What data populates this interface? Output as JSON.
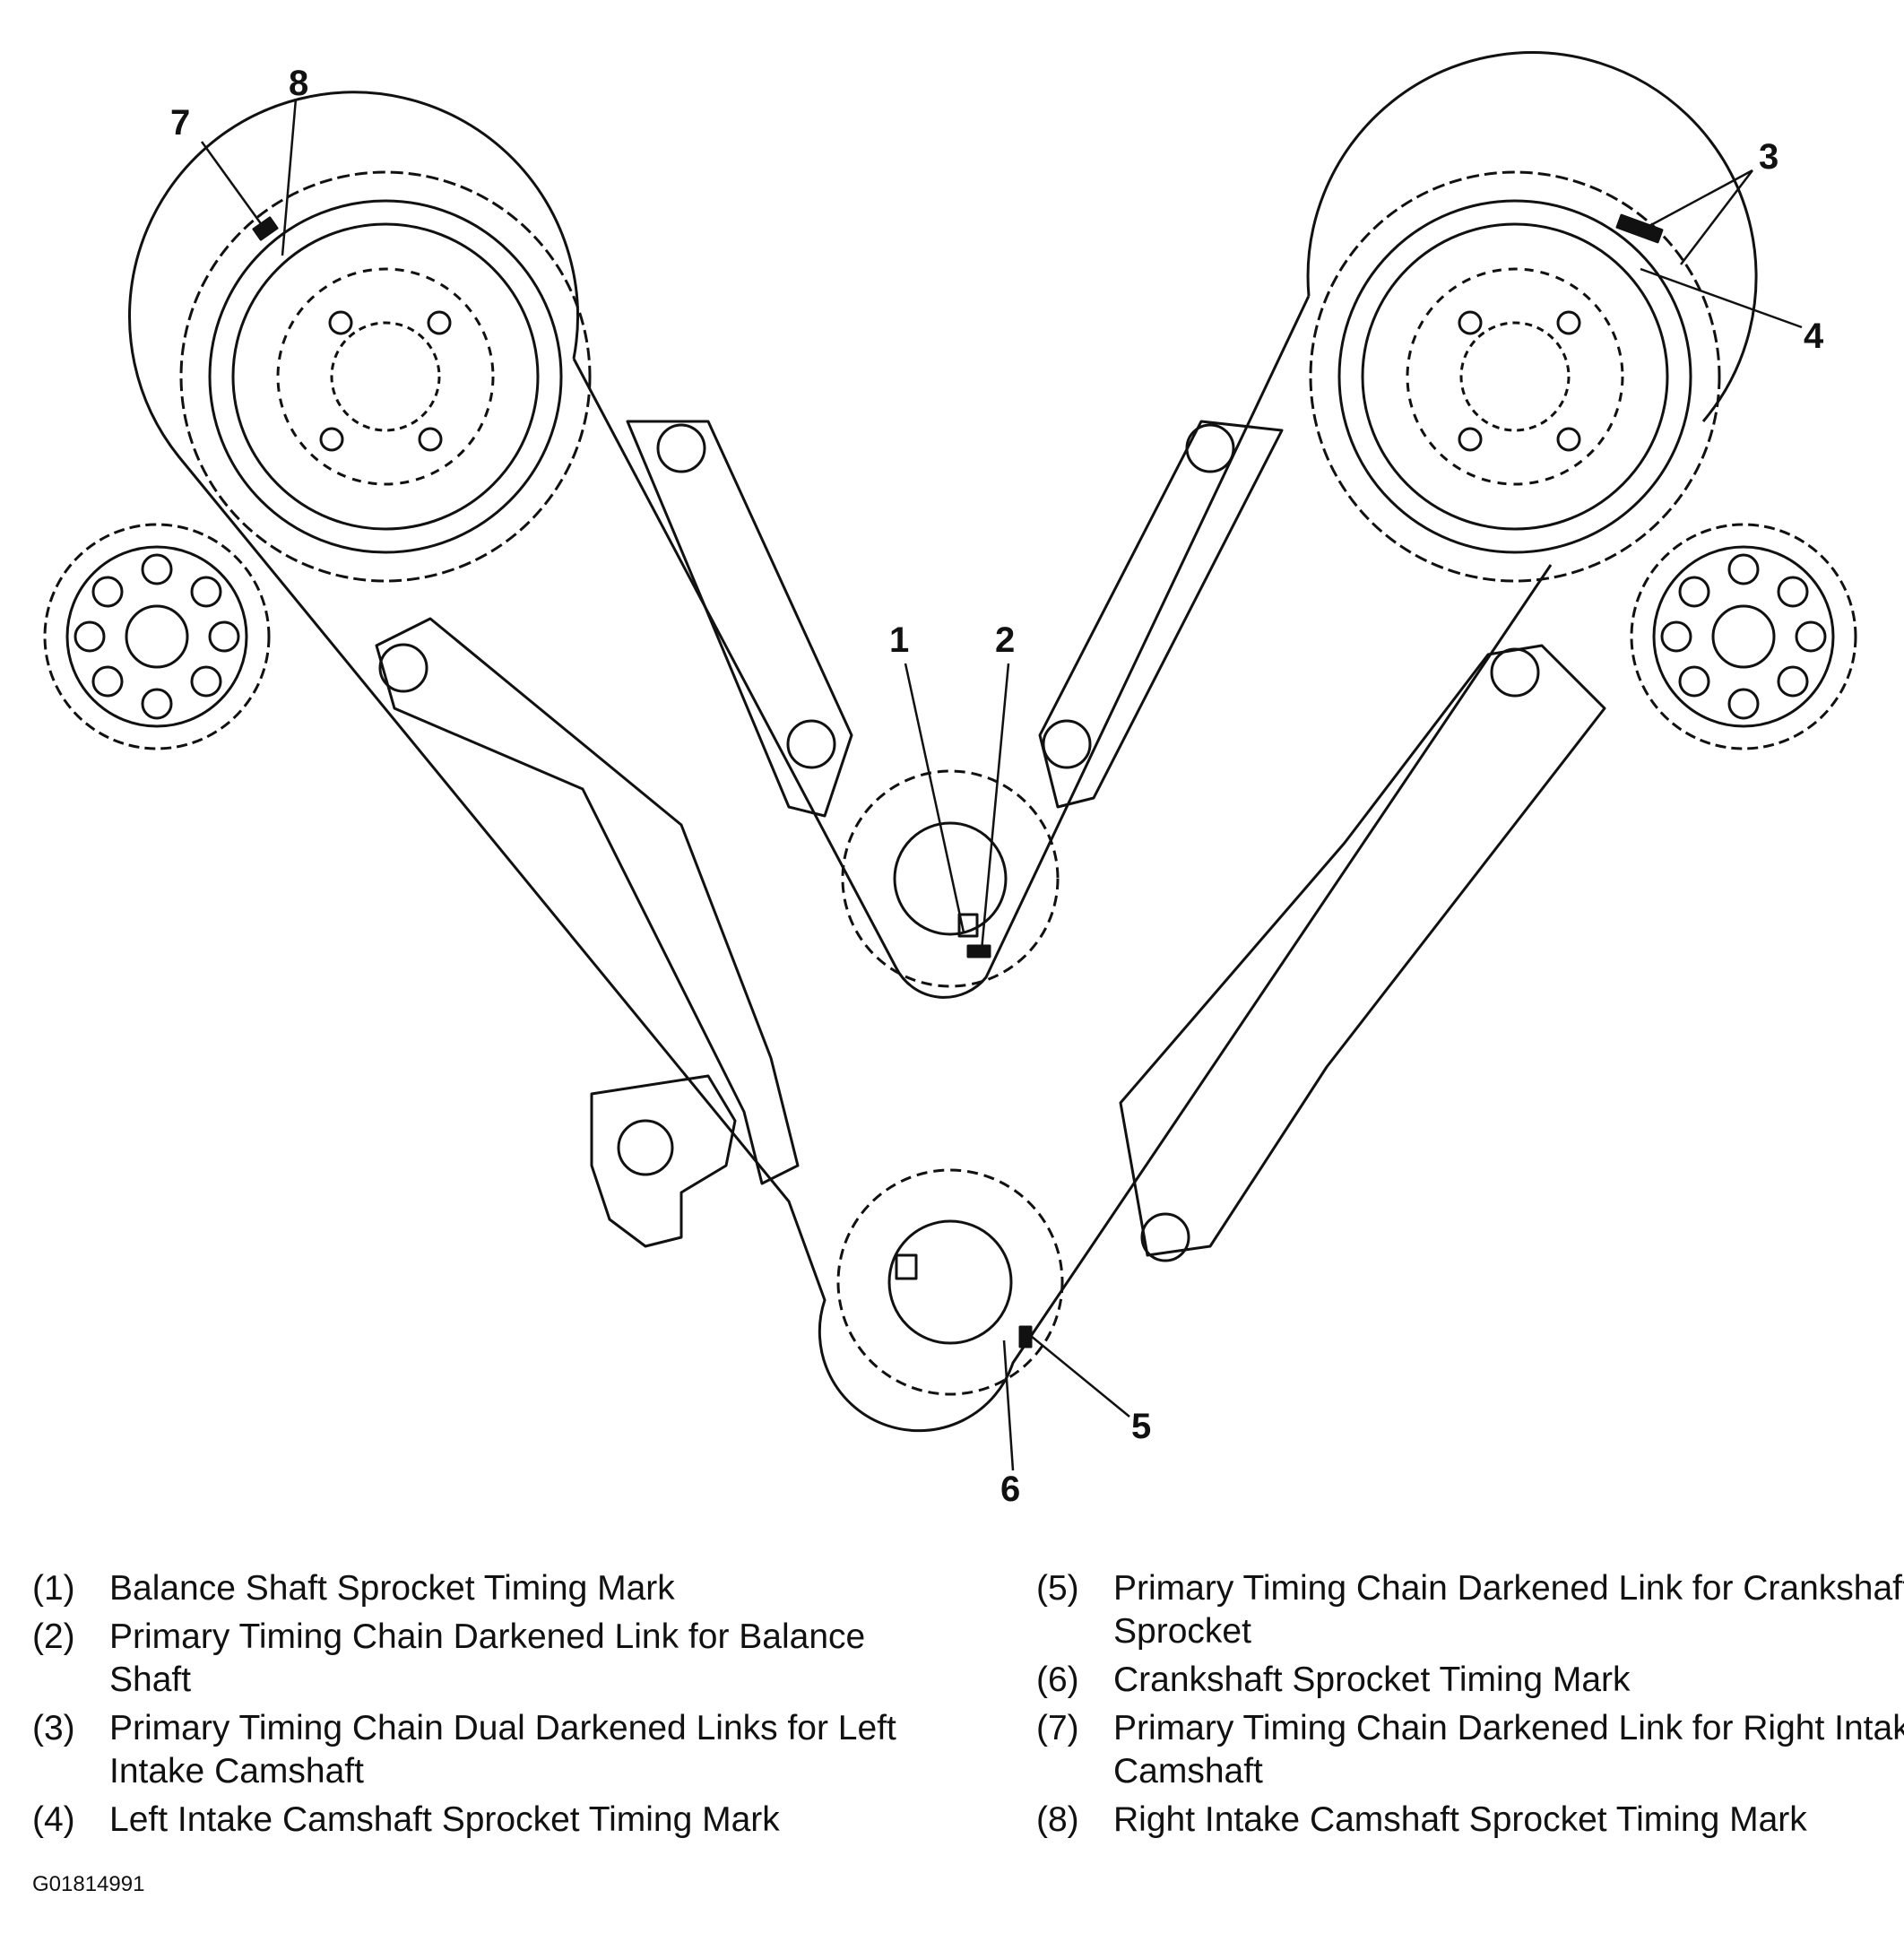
{
  "callouts": [
    "1",
    "2",
    "3",
    "4",
    "5",
    "6",
    "7",
    "8"
  ],
  "legend": {
    "left": [
      {
        "num": "(1)",
        "text": "Balance Shaft Sprocket Timing Mark"
      },
      {
        "num": "(2)",
        "text": "Primary Timing Chain Darkened Link for Balance Shaft"
      },
      {
        "num": "(3)",
        "text": "Primary Timing Chain Dual Darkened Links for Left Intake Camshaft"
      },
      {
        "num": "(4)",
        "text": "Left Intake Camshaft Sprocket Timing Mark"
      }
    ],
    "right": [
      {
        "num": "(5)",
        "text": "Primary Timing Chain Darkened Link for Crankshaft Sprocket"
      },
      {
        "num": "(6)",
        "text": "Crankshaft Sprocket Timing Mark"
      },
      {
        "num": "(7)",
        "text": "Primary Timing Chain Darkened Link for Right Intake Camshaft"
      },
      {
        "num": "(8)",
        "text": "Right Intake Camshaft Sprocket Timing Mark"
      }
    ]
  },
  "figure_id": "G01814991"
}
